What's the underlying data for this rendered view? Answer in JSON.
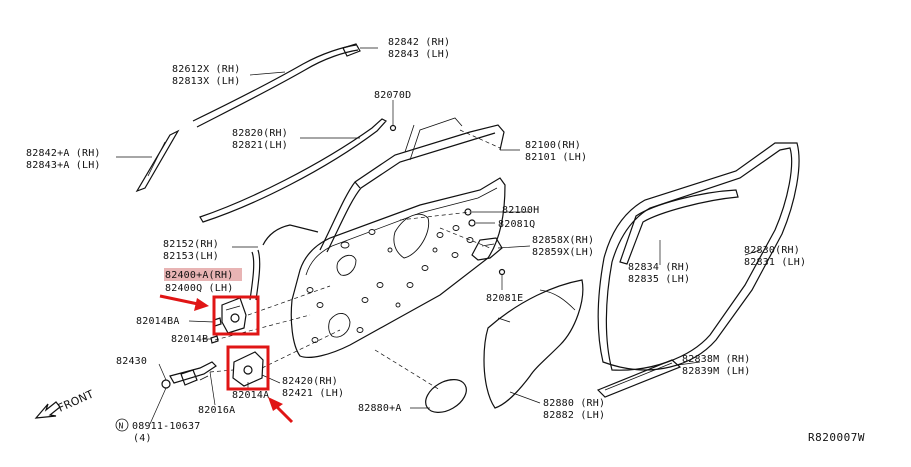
{
  "callouts": [
    {
      "id": "82842",
      "line1": "82842 (RH)",
      "line2": "82843 (LH)"
    },
    {
      "id": "82612x",
      "line1": "82612X (RH)",
      "line2": "82813X (LH)"
    },
    {
      "id": "82070d",
      "line1": "82070D",
      "line2": ""
    },
    {
      "id": "82820",
      "line1": "82820(RH)",
      "line2": "82821(LH)"
    },
    {
      "id": "82842a",
      "line1": "82842+A (RH)",
      "line2": "82843+A (LH)"
    },
    {
      "id": "82100",
      "line1": "82100(RH)",
      "line2": "82101 (LH)"
    },
    {
      "id": "82100h",
      "line1": "82100H",
      "line2": ""
    },
    {
      "id": "82081q",
      "line1": "82081Q",
      "line2": ""
    },
    {
      "id": "82858x",
      "line1": "82858X(RH)",
      "line2": "82859X(LH)"
    },
    {
      "id": "82081e",
      "line1": "82081E",
      "line2": ""
    },
    {
      "id": "82152",
      "line1": "82152(RH)",
      "line2": "82153(LH)"
    },
    {
      "id": "82400",
      "line1": "82400+A(RH)",
      "line2": "82400Q (LH)"
    },
    {
      "id": "82014ba",
      "line1": "82014BA",
      "line2": ""
    },
    {
      "id": "82014b",
      "line1": "82014B",
      "line2": ""
    },
    {
      "id": "82430",
      "line1": "82430",
      "line2": ""
    },
    {
      "id": "82420",
      "line1": "82420(RH)",
      "line2": "82421 (LH)"
    },
    {
      "id": "82014a",
      "line1": "82014A",
      "line2": ""
    },
    {
      "id": "82016a",
      "line1": "82016A",
      "line2": ""
    },
    {
      "id": "08911",
      "line1": "08911-10637",
      "line2": "(4)"
    },
    {
      "id": "82880a",
      "line1": "82880+A",
      "line2": ""
    },
    {
      "id": "82880",
      "line1": "82880 (RH)",
      "line2": "82882 (LH)"
    },
    {
      "id": "82830",
      "line1": "82830(RH)",
      "line2": "82831 (LH)"
    },
    {
      "id": "82834",
      "line1": "82834 (RH)",
      "line2": "82835 (LH)"
    },
    {
      "id": "82838m",
      "line1": "82838M (RH)",
      "line2": "82839M (LH)"
    }
  ],
  "bolt_symbol": "N",
  "front_label": "FRONT",
  "diagram_ref": "R820007W",
  "highlight_color": "#e8b4b4",
  "annotation_color": "#e01515"
}
